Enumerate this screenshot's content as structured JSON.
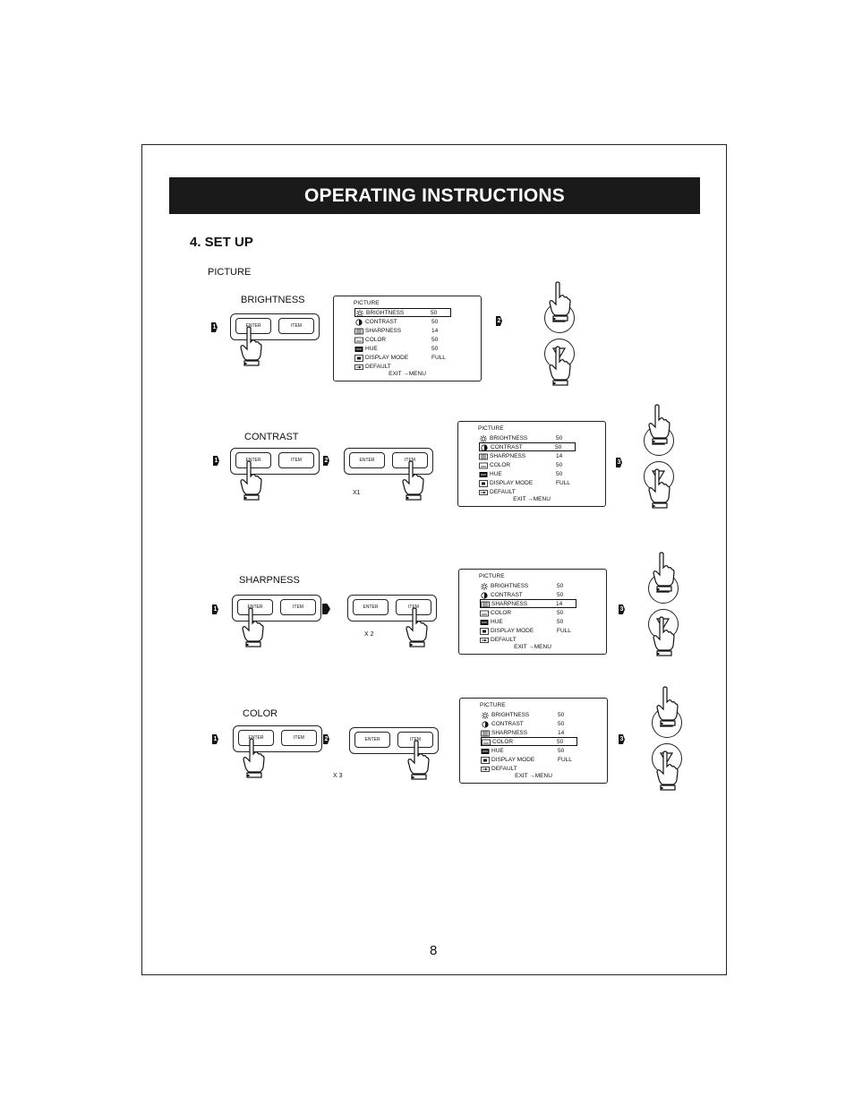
{
  "header": {
    "title": "OPERATING INSTRUCTIONS"
  },
  "section": {
    "title": "4. SET UP",
    "subtitle": "PICTURE"
  },
  "labels": {
    "enter": "ENTER",
    "item": "ITEM",
    "step1": "1",
    "step2": "2",
    "step3": "3"
  },
  "menu": {
    "title": "PICTURE",
    "items": [
      {
        "label": "BRIGHTNESS",
        "value": "50",
        "icon": "sun-icon"
      },
      {
        "label": "CONTRAST",
        "value": "50",
        "icon": "contrast-icon"
      },
      {
        "label": "SHARPNESS",
        "value": "14",
        "icon": "sharpness-icon"
      },
      {
        "label": "COLOR",
        "value": "50",
        "icon": "color-icon"
      },
      {
        "label": "HUE",
        "value": "50",
        "icon": "hue-icon"
      },
      {
        "label": "DISPLAY MODE",
        "value": "FULL",
        "icon": "display-mode-icon"
      },
      {
        "label": "DEFAULT",
        "value": "",
        "icon": "default-icon"
      }
    ],
    "exit": "EXIT →MENU"
  },
  "rows": [
    {
      "label": "BRIGHTNESS",
      "selected": 0,
      "repeat": ""
    },
    {
      "label": "CONTRAST",
      "selected": 1,
      "repeat": "X1"
    },
    {
      "label": "SHARPNESS",
      "selected": 2,
      "repeat": "X 2"
    },
    {
      "label": "COLOR",
      "selected": 3,
      "repeat": "X 3"
    }
  ],
  "page": {
    "number": "8"
  }
}
